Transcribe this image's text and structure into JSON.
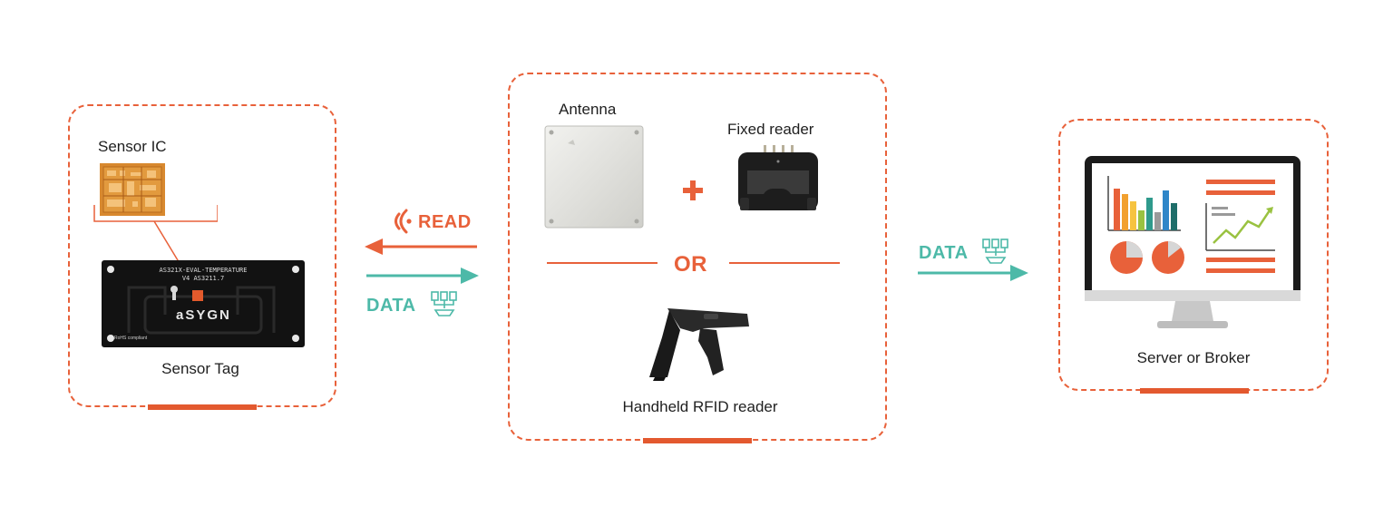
{
  "sensor_box": {
    "ic_label": "Sensor IC",
    "tag_label": "Sensor Tag",
    "board_line1": "AS321X-EVAL-TEMPERATURE",
    "board_line2": "V4 AS3211.7",
    "board_logo": "aSYGN",
    "board_rohs": "RoHS compliant"
  },
  "link_left": {
    "read_label": "READ",
    "data_label": "DATA"
  },
  "reader_box": {
    "antenna_label": "Antenna",
    "fixed_reader_label": "Fixed reader",
    "or_label": "OR",
    "handheld_label": "Handheld RFID reader"
  },
  "link_right": {
    "data_label": "DATA"
  },
  "server_box": {
    "label": "Server or Broker"
  },
  "colors": {
    "accent": "#e8613a",
    "teal": "#4db9a8"
  }
}
